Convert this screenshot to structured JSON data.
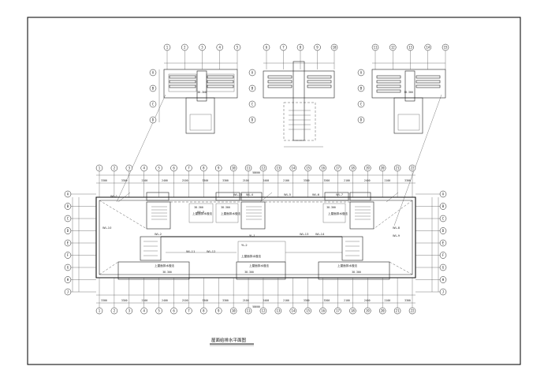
{
  "drawing": {
    "title": "屋面给排水平面图",
    "grid_labels_top": [
      "1",
      "2",
      "3",
      "4",
      "5",
      "6",
      "7",
      "8",
      "9",
      "10",
      "11",
      "12",
      "13",
      "14",
      "15",
      "16",
      "17",
      "18",
      "19",
      "20",
      "21",
      "22"
    ],
    "grid_labels_side": [
      "A",
      "B",
      "C",
      "D",
      "E",
      "F",
      "G",
      "H",
      "J"
    ],
    "pipe_tags": [
      "WL-1",
      "WL-2",
      "WL-3",
      "WL-4",
      "WL-5",
      "WL-6",
      "WL-7",
      "WL-8",
      "WL-9",
      "WL-10",
      "WL-11",
      "WL-12",
      "WL-13",
      "WL-14",
      "WL-15",
      "YL-1",
      "YL-2"
    ],
    "room_tag": "上屋面排水做法",
    "elevation_tag": "38.300",
    "dims_top": [
      "3300",
      "3300",
      "2100",
      "2400",
      "2100",
      "3300",
      "3300",
      "2100",
      "2400",
      "2100",
      "3300",
      "3300",
      "2100",
      "2400",
      "2100",
      "3300"
    ],
    "dims_total": "58600"
  }
}
